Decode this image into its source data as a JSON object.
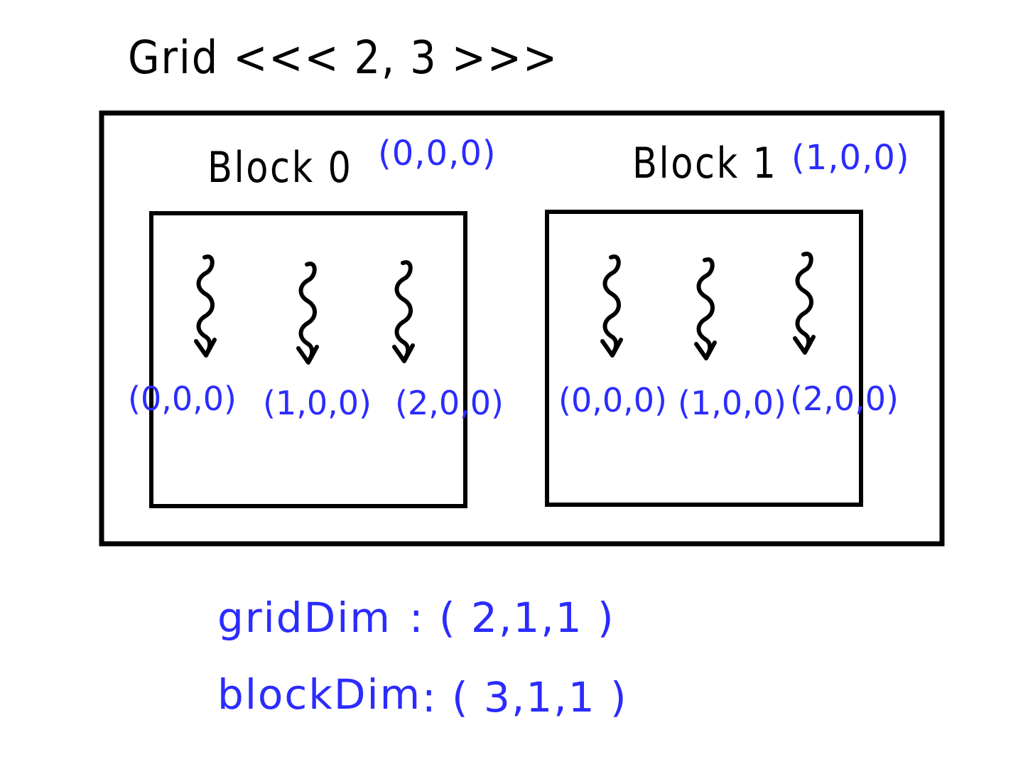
{
  "title": "Grid <<< 2, 3 >>>",
  "colors": {
    "ink": "#000000",
    "accent": "#2b2bff"
  },
  "blocks": [
    {
      "label": "Block 0",
      "index": "(0,0,0)",
      "threads": [
        "(0,0,0)",
        "(1,0,0)",
        "(2,0,0)"
      ]
    },
    {
      "label": "Block 1",
      "index": "(1,0,0)",
      "threads": [
        "(0,0,0)",
        "(1,0,0)",
        "(2,0,0)"
      ]
    }
  ],
  "dims": {
    "grid_name": "gridDim",
    "grid_value": ":  ( 2,1,1 )",
    "block_name": "blockDim",
    "block_value": ":  ( 3,1,1 )"
  }
}
